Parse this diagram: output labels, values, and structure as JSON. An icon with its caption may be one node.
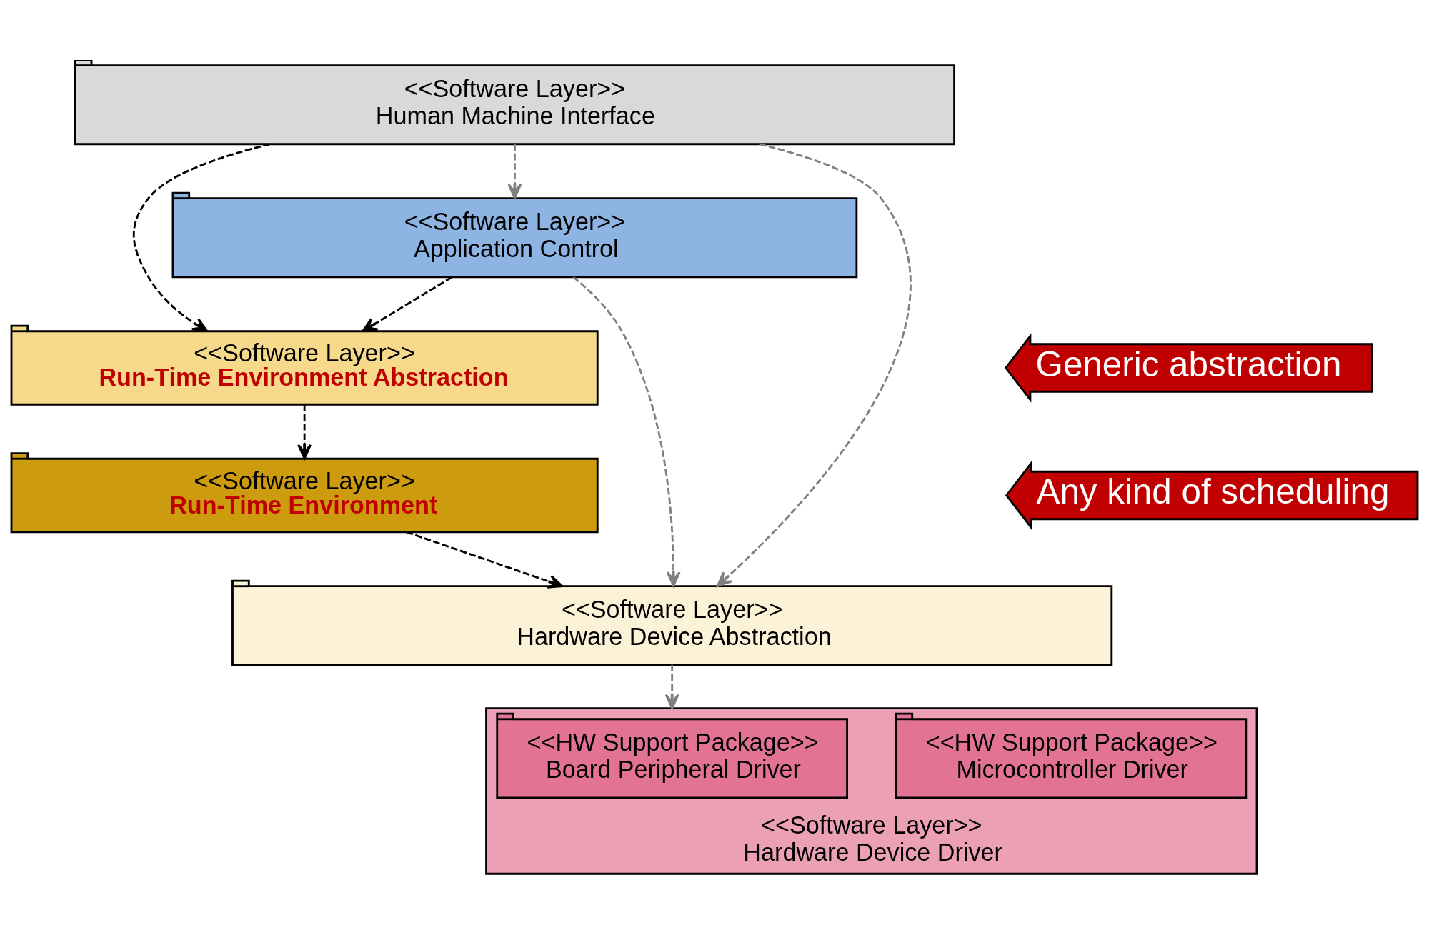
{
  "diagram": {
    "nodes": [
      {
        "text": [
          "<<Software Layer>>",
          "Human Machine Interface"
        ]
      },
      {
        "text": [
          "<<Software Layer>>",
          "Application Control"
        ]
      },
      {
        "text": [
          "<<Software Layer>>",
          "Run-Time Environment Abstraction"
        ]
      },
      {
        "text": [
          "<<Software Layer>>",
          "Run-Time Environment"
        ]
      },
      {
        "text": [
          "<<Software Layer>>",
          "Hardware Device Abstraction"
        ]
      },
      {
        "text": [
          "<<Software Layer>>",
          "Hardware Device Driver"
        ]
      },
      {
        "text": [
          "<<HW Support Package>>",
          "Microcontroller Driver"
        ],
        "in": 5
      },
      {
        "text": [
          "<<HW Support Package>>",
          "Board Peripheral Driver"
        ],
        "in": 5
      },
      {
        "text": [
          "Generic abstraction"
        ]
      },
      {
        "text": [
          "Any kind of scheduling"
        ]
      }
    ],
    "edges": [
      {
        "from": 0,
        "to": 4,
        "arrow": "to",
        "style": "dashed",
        "color": "#808080"
      },
      {
        "from": 0,
        "to": 2,
        "arrow": "to",
        "style": "dashed",
        "color": "#000000"
      },
      {
        "from": 0,
        "to": 1,
        "arrow": "to",
        "style": "dashed",
        "color": "#808080"
      },
      {
        "from": 1,
        "to": 2,
        "arrow": "to",
        "style": "dashed",
        "color": "#000000"
      },
      {
        "from": 1,
        "to": 4,
        "arrow": "to",
        "style": "dashed",
        "color": "#808080"
      },
      {
        "from": 2,
        "to": 3,
        "arrow": "to",
        "style": "dashed",
        "color": "#000000"
      },
      {
        "from": 3,
        "to": 4,
        "arrow": "to",
        "style": "dashed",
        "color": "#000000"
      },
      {
        "from": 4,
        "to": 5,
        "arrow": "to",
        "style": "dashed",
        "color": "#808080"
      }
    ]
  }
}
